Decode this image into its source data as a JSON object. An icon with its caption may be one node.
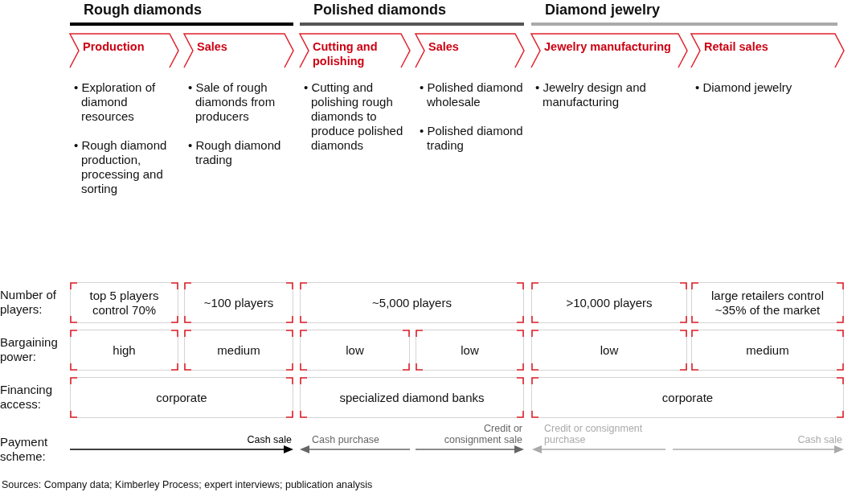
{
  "diagram": {
    "nodes": [
      {
        "text": [
          "Production"
        ],
        "beside": [
          "• Exploration of diamond resources",
          "• Rough diamond production, processing and sorting"
        ]
      },
      {
        "text": [
          "Sales"
        ],
        "beside": [
          "• Sale of rough diamonds from producers",
          "• Rough diamond trading"
        ]
      },
      {
        "text": [
          "Cutting and polishing"
        ],
        "beside": [
          "• Cutting and polishing rough diamonds to produce polished diamonds"
        ]
      },
      {
        "text": [
          "Sales"
        ],
        "beside": [
          "• Polished diamond wholesale",
          "• Polished diamond trading"
        ]
      },
      {
        "text": [
          "Jewelry manufacturing"
        ],
        "beside": [
          "• Jewelry design and manufacturing"
        ]
      },
      {
        "text": [
          "Retail sales"
        ],
        "beside": [
          "• Diamond jewelry"
        ]
      },
      {
        "text": [
          "top 5 players control 70%"
        ]
      },
      {
        "text": [
          "~100 players"
        ]
      },
      {
        "text": [
          "~5,000 players"
        ]
      },
      {
        "text": [
          ">10,000 players"
        ]
      },
      {
        "text": [
          "large retailers control ~35% of the market"
        ]
      },
      {
        "text": [
          "high"
        ]
      },
      {
        "text": [
          "medium"
        ]
      },
      {
        "text": [
          "low"
        ]
      },
      {
        "text": [
          "low"
        ]
      },
      {
        "text": [
          "low"
        ]
      },
      {
        "text": [
          "medium"
        ]
      },
      {
        "text": [
          "corporate"
        ]
      },
      {
        "text": [
          "specialized diamond banks"
        ]
      },
      {
        "text": [
          "corporate"
        ]
      }
    ],
    "labels": [
      "Rough diamonds",
      "Polished diamonds",
      "Diamond jewelry",
      "Number of players:",
      "Bargaining power:",
      "Financing access:",
      "Payment scheme:",
      "Cash sale",
      "Cash purchase",
      "Credit or consignment sale",
      "Credit or consignment purchase",
      "Cash sale",
      "Sources: Company data; Kimberley Process; expert interviews; publication analysis"
    ]
  }
}
